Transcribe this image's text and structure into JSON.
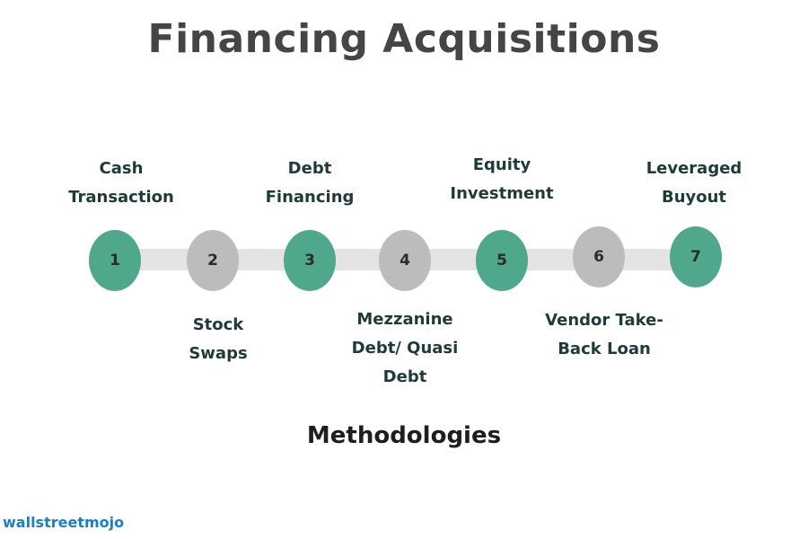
{
  "title": "Financing Acquisitions",
  "subtitle": "Methodologies",
  "brand": "wallstreetmojo",
  "steps": [
    {
      "number": "1",
      "lines": [
        "Cash",
        "Transaction"
      ],
      "color": "#4fa88c"
    },
    {
      "number": "2",
      "lines": [
        "Stock",
        "Swaps"
      ],
      "color": "#bcbcbc"
    },
    {
      "number": "3",
      "lines": [
        "Debt",
        "Financing"
      ],
      "color": "#4fa88c"
    },
    {
      "number": "4",
      "lines": [
        "Mezzanine",
        "Debt/ Quasi",
        "Debt"
      ],
      "color": "#bcbcbc"
    },
    {
      "number": "5",
      "lines": [
        "Equity",
        "Investment"
      ],
      "color": "#4fa88c"
    },
    {
      "number": "6",
      "lines": [
        "Vendor Take-",
        "Back Loan"
      ],
      "color": "#bcbcbc"
    },
    {
      "number": "7",
      "lines": [
        "Leveraged",
        "Buyout"
      ],
      "color": "#4fa88c"
    }
  ]
}
